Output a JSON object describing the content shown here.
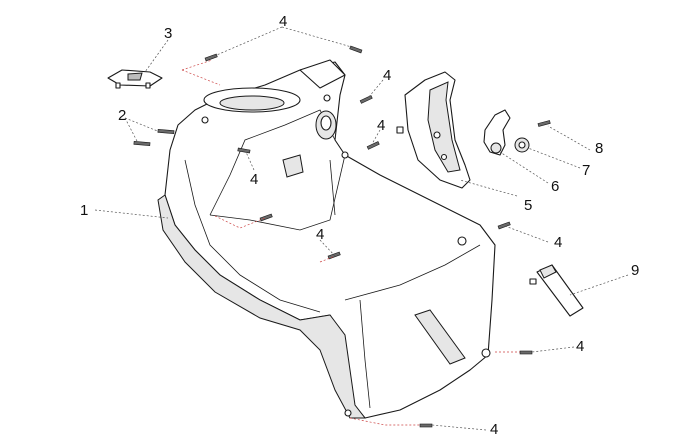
{
  "callouts": {
    "c1": "1",
    "c2": "2",
    "c3": "3",
    "c4_top": "4",
    "c4_a": "4",
    "c4_b": "4",
    "c4_c": "4",
    "c4_d": "4",
    "c4_e": "4",
    "c4_f": "4",
    "c4_g": "4",
    "c5": "5",
    "c6": "6",
    "c7": "7",
    "c8": "8",
    "c9": "9"
  }
}
